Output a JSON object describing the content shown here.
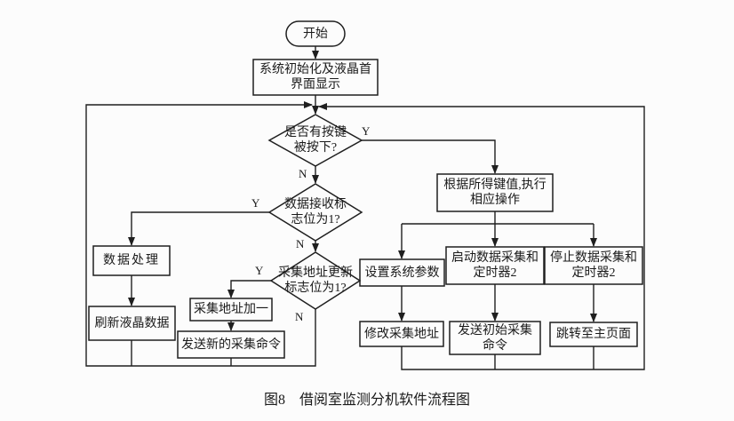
{
  "caption": "图8　借阅室监测分机软件流程图",
  "flowchart": {
    "start": "开始",
    "init": "系统初始化及液晶首\n界面显示",
    "d_key": "是否有按键\n被按下?",
    "d_recv": "数据接收标\n志位为1?",
    "d_addr": "采集地址更新\n标志位为1?",
    "p_keyop": "根据所得键值,执行\n相应操作",
    "p_dataproc": "数据处理",
    "p_refresh": "刷新液晶数据",
    "p_addrinc": "采集地址加一",
    "p_sendnew": "发送新的采集命令",
    "p_setparams": "设置系统参数",
    "p_modaddr": "修改采集地址",
    "p_startacq": "启动数据采集和\n定时器2",
    "p_sendinit": "发送初始采集\n命令",
    "p_stopacq": "停止数据采集和\n定时器2",
    "p_gomain": "跳转至主页面",
    "yes": "Y",
    "no": "N"
  },
  "colors": {
    "line": "#1f1f1f",
    "text": "#1a1a1a",
    "background": "#fcfcfc"
  }
}
